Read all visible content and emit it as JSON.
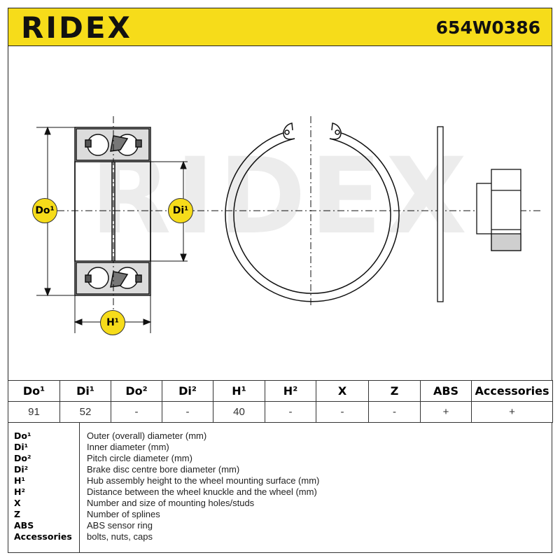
{
  "header": {
    "brand": "RIDEX",
    "part_number": "654W0386"
  },
  "drawing": {
    "tag_do": "Do¹",
    "tag_di": "Di¹",
    "tag_h": "H¹",
    "watermark": "RIDEX",
    "colors": {
      "accent": "#f6dc1a",
      "line": "#111111",
      "watermark": "#e6e6e6"
    }
  },
  "table": {
    "headers": [
      "Do¹",
      "Di¹",
      "Do²",
      "Di²",
      "H¹",
      "H²",
      "X",
      "Z",
      "ABS",
      "Accessories"
    ],
    "values": [
      "91",
      "52",
      "-",
      "-",
      "40",
      "-",
      "-",
      "-",
      "+",
      "+"
    ]
  },
  "legend": [
    {
      "code": "Do¹",
      "desc": "Outer (overall) diameter (mm)"
    },
    {
      "code": "Di¹",
      "desc": "Inner diameter (mm)"
    },
    {
      "code": "Do²",
      "desc": "Pitch circle diameter (mm)"
    },
    {
      "code": "Di²",
      "desc": "Brake disc centre bore diameter (mm)"
    },
    {
      "code": "H¹",
      "desc": "Hub assembly height to the wheel mounting surface (mm)"
    },
    {
      "code": "H²",
      "desc": "Distance between the wheel knuckle and the wheel (mm)"
    },
    {
      "code": "X",
      "desc": "Number and size of mounting holes/studs"
    },
    {
      "code": "Z",
      "desc": "Number of splines"
    },
    {
      "code": "ABS",
      "desc": "ABS sensor ring"
    },
    {
      "code": "Accessories",
      "desc": "bolts, nuts, caps"
    }
  ]
}
